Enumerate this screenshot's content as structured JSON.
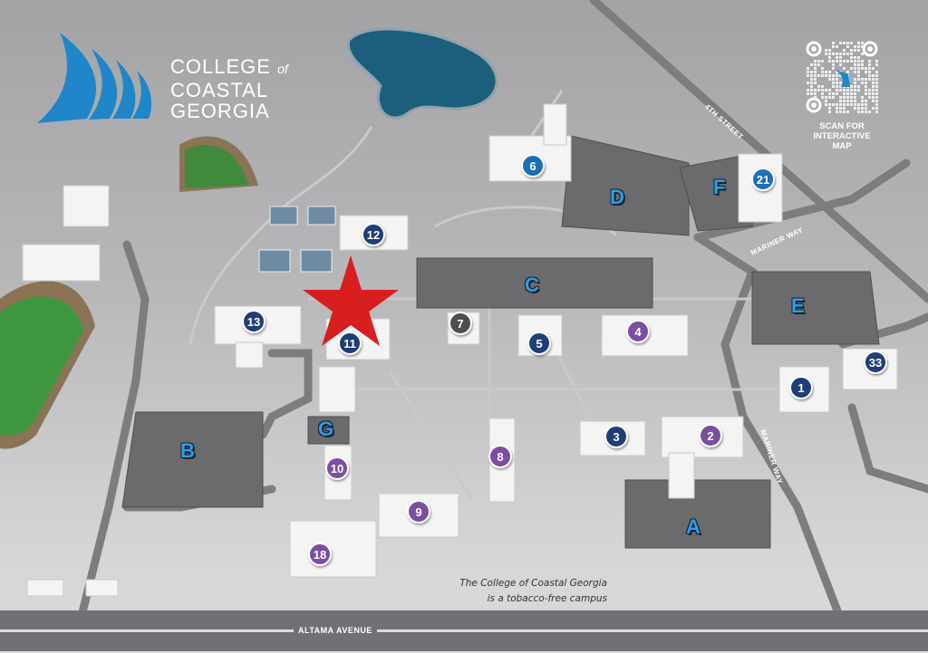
{
  "logo": {
    "line1": "COLLEGE",
    "of": "of",
    "line2": "COASTAL",
    "line3": "GEORGIA"
  },
  "qr": {
    "caption_line1": "SCAN FOR",
    "caption_line2": "INTERACTIVE",
    "caption_line3": "MAP"
  },
  "streets": {
    "fourth": "4TH STREET",
    "mariner_top": "MARINER WAY",
    "mariner_right": "MARINER WAY",
    "altama": "ALTAMA AVENUE"
  },
  "notice": {
    "line1": "The College of Coastal Georgia",
    "line2": "is a tobacco-free campus"
  },
  "colors": {
    "blue": "#1b6fb5",
    "navy": "#1f3e78",
    "purple": "#7a4f9f",
    "gray": "#4e4e50",
    "parking_letter": "#2aa0e6",
    "star": "#d81e1e"
  },
  "buildings": [
    {
      "label": "6",
      "color": "blue"
    },
    {
      "label": "21",
      "color": "blue"
    },
    {
      "label": "12",
      "color": "navy"
    },
    {
      "label": "13",
      "color": "navy"
    },
    {
      "label": "11",
      "color": "navy"
    },
    {
      "label": "7",
      "color": "gray"
    },
    {
      "label": "5",
      "color": "navy"
    },
    {
      "label": "4",
      "color": "purple"
    },
    {
      "label": "1",
      "color": "navy"
    },
    {
      "label": "33",
      "color": "navy"
    },
    {
      "label": "3",
      "color": "navy"
    },
    {
      "label": "2",
      "color": "purple"
    },
    {
      "label": "8",
      "color": "purple"
    },
    {
      "label": "10",
      "color": "purple"
    },
    {
      "label": "9",
      "color": "purple"
    },
    {
      "label": "18",
      "color": "purple"
    }
  ],
  "parking": [
    "D",
    "F",
    "C",
    "E",
    "B",
    "G",
    "A"
  ],
  "you_are_here": "star"
}
